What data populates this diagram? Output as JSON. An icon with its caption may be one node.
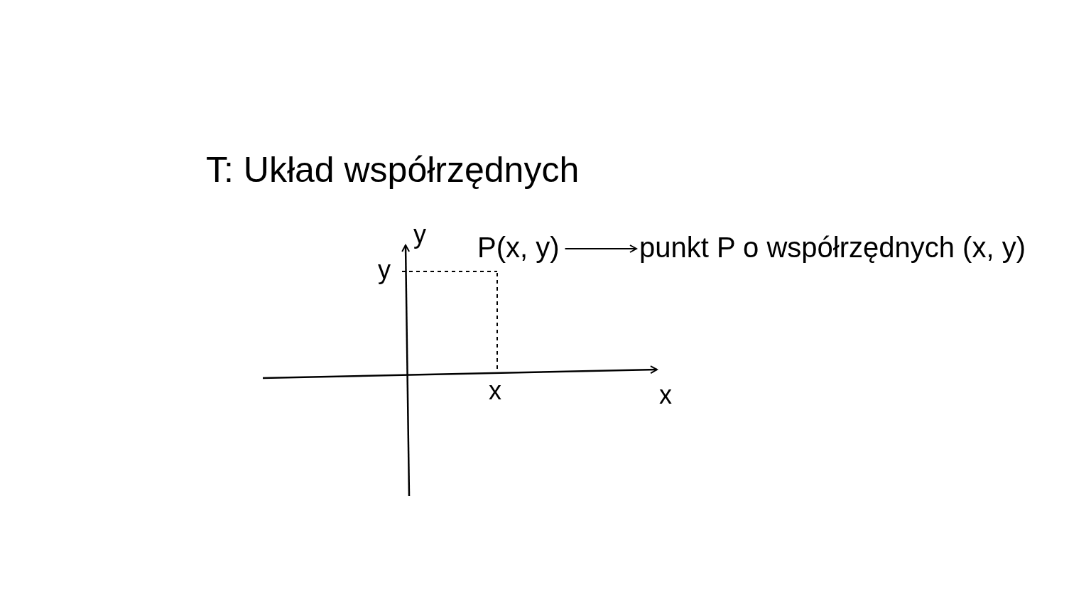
{
  "diagram": {
    "title": "T: Układ współrzędnych",
    "nodes": [
      {
        "text": [
          "P(x, y)"
        ]
      },
      {
        "text": [
          "punkt P o współrzędnych (x, y)"
        ]
      }
    ],
    "edges": [
      {
        "from": 0,
        "to": 1,
        "arrow": "to"
      }
    ],
    "labels": [
      "y",
      "y",
      "x",
      "x"
    ]
  }
}
